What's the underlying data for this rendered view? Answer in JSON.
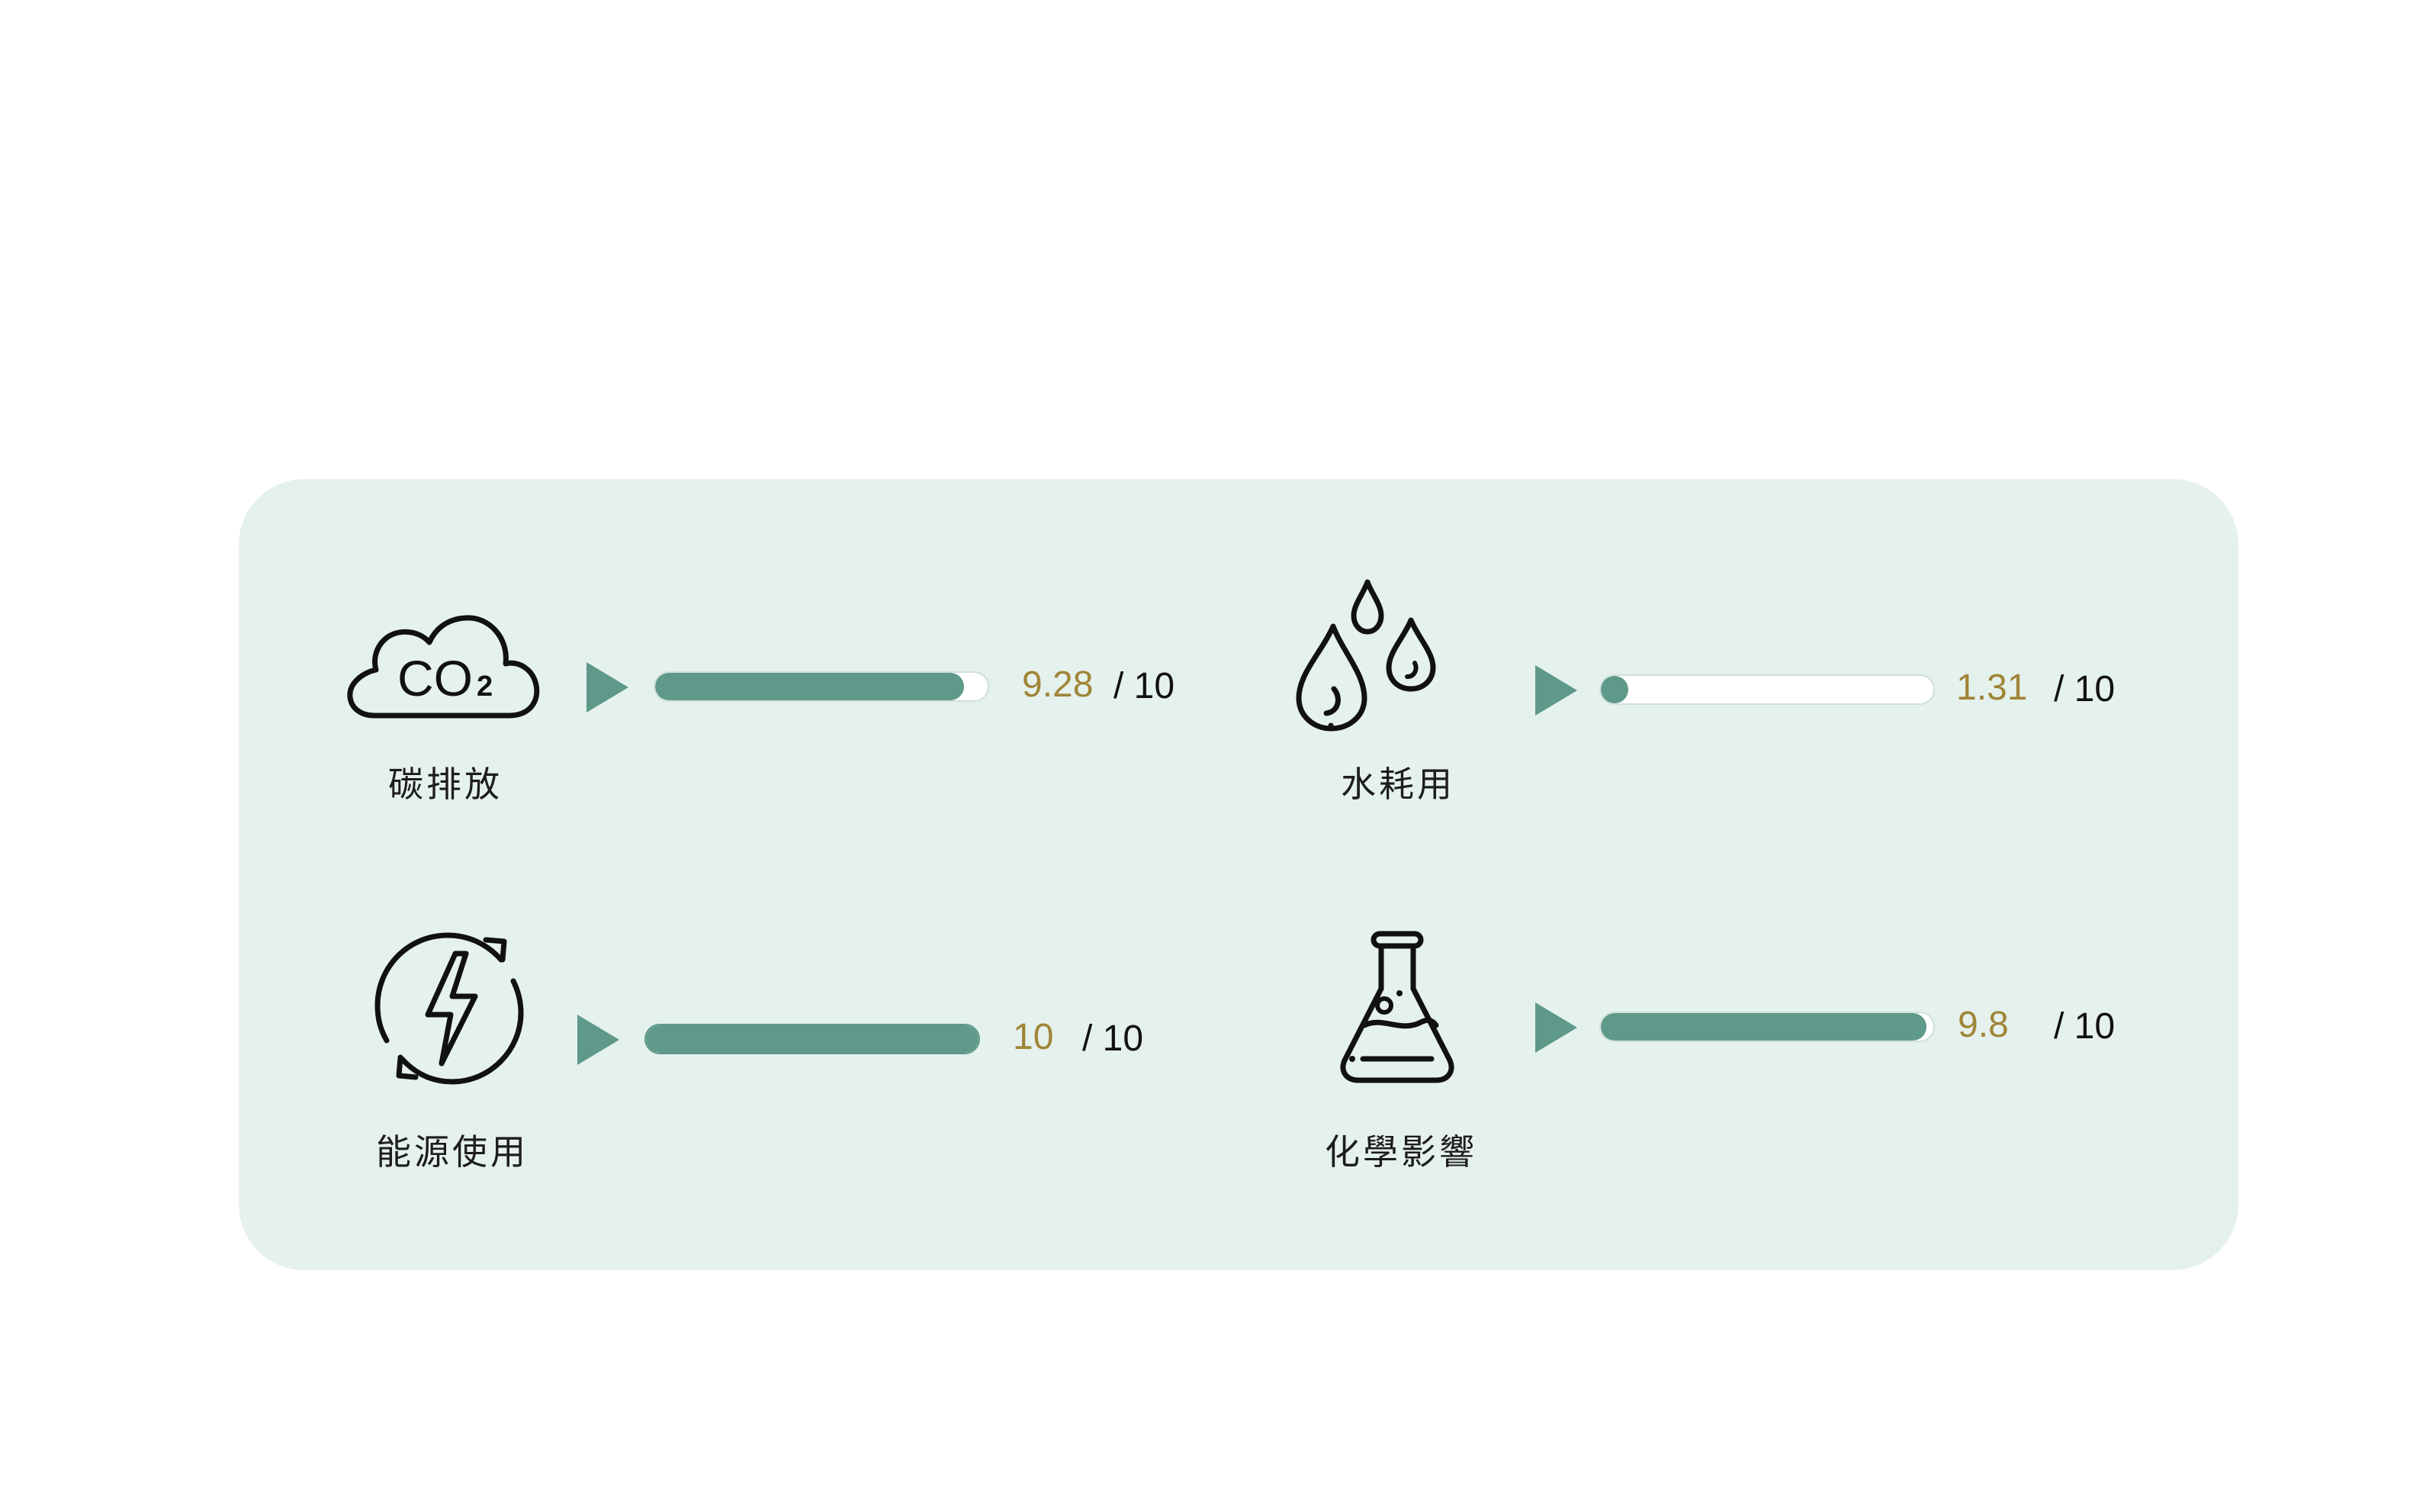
{
  "metrics": [
    {
      "id": "carbon",
      "label": "碳排放",
      "score": "9.28",
      "max": "/ 10",
      "fraction": 0.928,
      "icon": "co2-cloud-icon"
    },
    {
      "id": "water",
      "label": "水耗用",
      "score": "1.31",
      "max": "/ 10",
      "fraction": 0.0,
      "icon": "water-drops-icon"
    },
    {
      "id": "energy",
      "label": "能源使用",
      "score": "10",
      "max": "/ 10",
      "fraction": 1.0,
      "icon": "energy-cycle-icon"
    },
    {
      "id": "chemical",
      "label": "化學影響",
      "score": "9.8",
      "max": "/ 10",
      "fraction": 0.98,
      "icon": "flask-icon"
    }
  ],
  "icon_text": {
    "co2": "CO",
    "co2_sub": "2"
  },
  "colors": {
    "panel": "#e5f1ec",
    "bar_fill": "#5e998a",
    "arrow": "#5e998a",
    "score": "#a08538",
    "track": "#ffffff"
  }
}
